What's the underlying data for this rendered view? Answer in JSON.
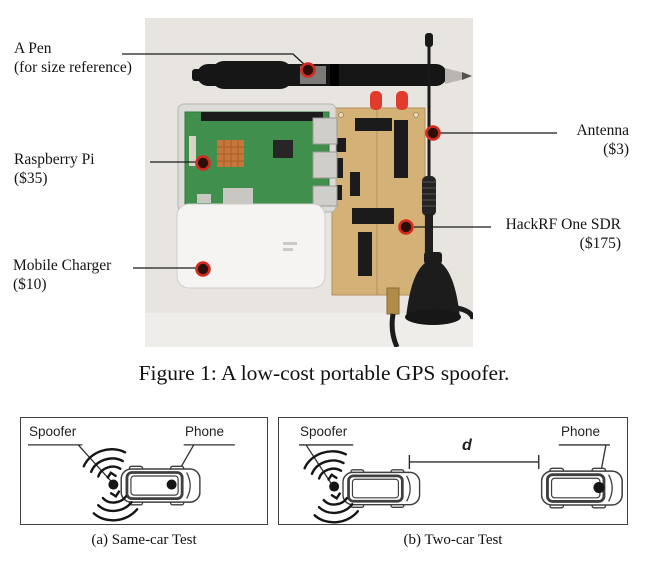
{
  "figure1": {
    "annotations": {
      "pen": {
        "title": "A Pen",
        "subtitle": "(for size reference)"
      },
      "raspberry_pi": {
        "title": "Raspberry Pi",
        "subtitle": "($35)"
      },
      "mobile_charger": {
        "title": "Mobile Charger",
        "subtitle": "($10)"
      },
      "antenna": {
        "title": "Antenna",
        "subtitle": "($3)"
      },
      "hackrf": {
        "title": "HackRF One SDR",
        "subtitle": "($175)"
      }
    },
    "caption": "Figure 1: A low-cost portable GPS spoofer."
  },
  "test_panels": {
    "same_car": {
      "spoofer_label": "Spoofer",
      "phone_label": "Phone",
      "caption": "(a) Same-car Test"
    },
    "two_car": {
      "spoofer_label": "Spoofer",
      "phone_label": "Phone",
      "distance_label": "d",
      "caption": "(b) Two-car Test"
    }
  },
  "colors": {
    "marker_red": "#d42a1f",
    "marker_core": "#2d0f0a",
    "annotation_line": "#1a1a1a",
    "photo_background": "#e8e5e1",
    "pen_black": "#161616",
    "pi_board_green": "#418f4d",
    "heatsink_copper": "#c4763b",
    "charger_silver": "#f5f4f2",
    "hackrf_wood_tan": "#d4b277",
    "sma_cap_red": "#e23b2e",
    "diagram_stroke": "#3f3f3f"
  }
}
